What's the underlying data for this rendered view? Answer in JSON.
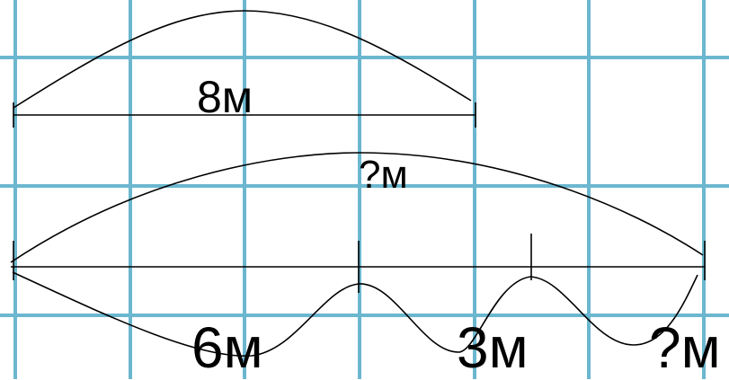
{
  "colors": {
    "grid": "#6bb7cf",
    "ink": "#000000",
    "paper": "#ffffff"
  },
  "labels": {
    "top_length": "8м",
    "total_length": "?м",
    "part1": "6м",
    "part2": "3м",
    "part3": "?м"
  }
}
